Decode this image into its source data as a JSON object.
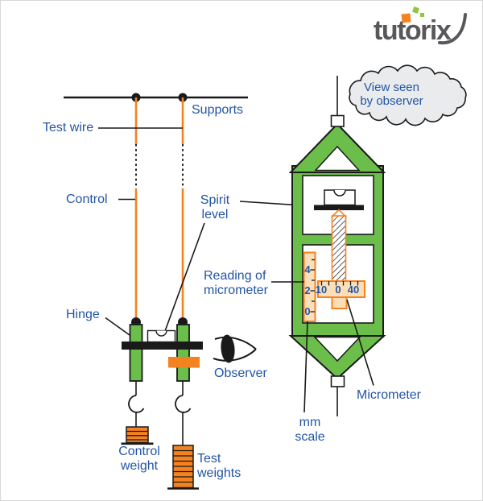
{
  "logo": {
    "text": "tutorix"
  },
  "setup_diagram": {
    "supports_label": "Supports",
    "test_wire_label": "Test wire",
    "control_label": "Control",
    "spirit_level_label": {
      "line1": "Spirit",
      "line2": "level"
    },
    "hinge_label": "Hinge",
    "observer_label": "Observer",
    "control_weight_label": {
      "line1": "Control",
      "line2": "weight"
    },
    "test_weights_label": {
      "line1": "Test",
      "line2": "weights"
    }
  },
  "observer_view": {
    "bubble_label": {
      "line1": "View seen",
      "line2": "by observer"
    },
    "reading_label": {
      "line1": "Reading of",
      "line2": "micrometer"
    },
    "mm_scale_label": {
      "line1": "mm",
      "line2": "scale"
    },
    "micrometer_label": "Micrometer",
    "mm_scale_ticks": [
      "4",
      "2",
      "0"
    ],
    "dial_ticks": [
      "10",
      "0",
      "40"
    ]
  },
  "colors": {
    "accent_orange": "#F58220",
    "frame_green": "#6CBE4A",
    "label_blue": "#2255A4",
    "scale_fill": "#FBDFB9",
    "cloud_fill": "#E9EBED",
    "logo_gray": "#57585B"
  }
}
